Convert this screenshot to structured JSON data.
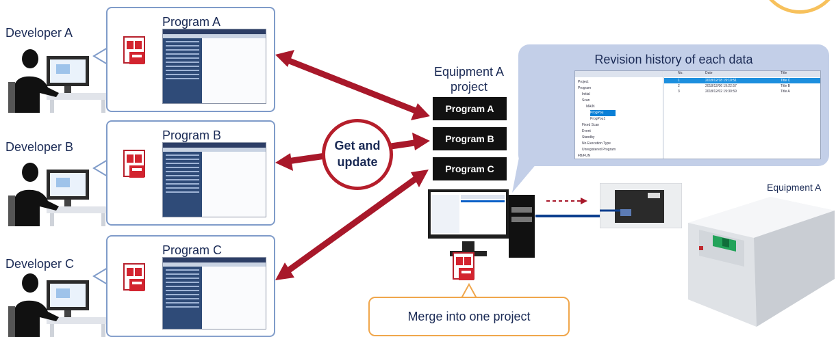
{
  "developers": [
    {
      "label": "Developer A",
      "program": "Program A"
    },
    {
      "label": "Developer B",
      "program": "Program B"
    },
    {
      "label": "Developer C",
      "program": "Program C"
    }
  ],
  "project": {
    "title_line1": "Equipment A",
    "title_line2": "project",
    "programs": [
      "Program A",
      "Program B",
      "Program C"
    ]
  },
  "circle": {
    "line1": "Get and",
    "line2": "update"
  },
  "history": {
    "title": "Revision history of each data",
    "tree": [
      "Project",
      "Program",
      "Initial",
      "Scan",
      "MAIN",
      "ProgPou",
      "ProgPou1",
      "Fixed Scan",
      "Event",
      "Standby",
      "No Execution Type",
      "Unregistered Program",
      "FB/FUN"
    ],
    "columns": [
      "No.",
      "Date",
      "Title"
    ],
    "rows": [
      {
        "no": "1",
        "date": "2018/12/18 19:10:51",
        "title": "Title C"
      },
      {
        "no": "2",
        "date": "2018/12/06 19:22:57",
        "title": "Title B"
      },
      {
        "no": "3",
        "date": "2018/12/02 19:30:59",
        "title": "Title A"
      }
    ]
  },
  "merge": "Merge into one project",
  "equipment": "Equipment A",
  "colors": {
    "arrow": "#a8182a",
    "accent": "#1a2a55",
    "bubble": "#c3cfe8",
    "merge_border": "#f0a64b",
    "link": "#0b3e8e"
  }
}
